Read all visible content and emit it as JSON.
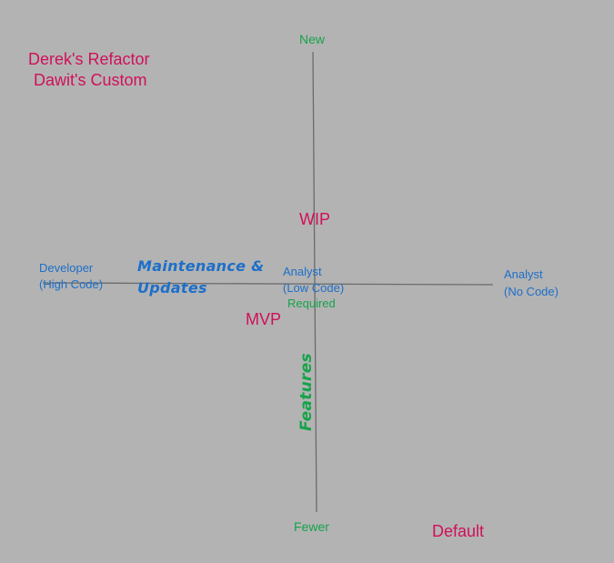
{
  "top_left": {
    "line1": "Derek's Refactor",
    "line2": "Dawit's Custom"
  },
  "axes": {
    "top_label": "New",
    "bottom_label": "Fewer",
    "left_label_line1": "Developer",
    "left_label_line2": "(High Code)",
    "center_label_line1": "Analyst",
    "center_label_line2": "(Low Code)",
    "right_label_line1": "Analyst",
    "right_label_line2": "(No Code)",
    "required_label": "Required",
    "vertical_axis_label": "Features",
    "horizontal_axis_label_line1": "Maintenance  &",
    "horizontal_axis_label_line2": "Updates"
  },
  "points": {
    "wip": "WIP",
    "mvp": "MVP",
    "default": "Default"
  },
  "colors": {
    "background": "#b3b3b3",
    "pink": "#d0105a",
    "green": "#16a34a",
    "blue": "#1d6fc9",
    "axis_line": "#6b6b6b"
  }
}
